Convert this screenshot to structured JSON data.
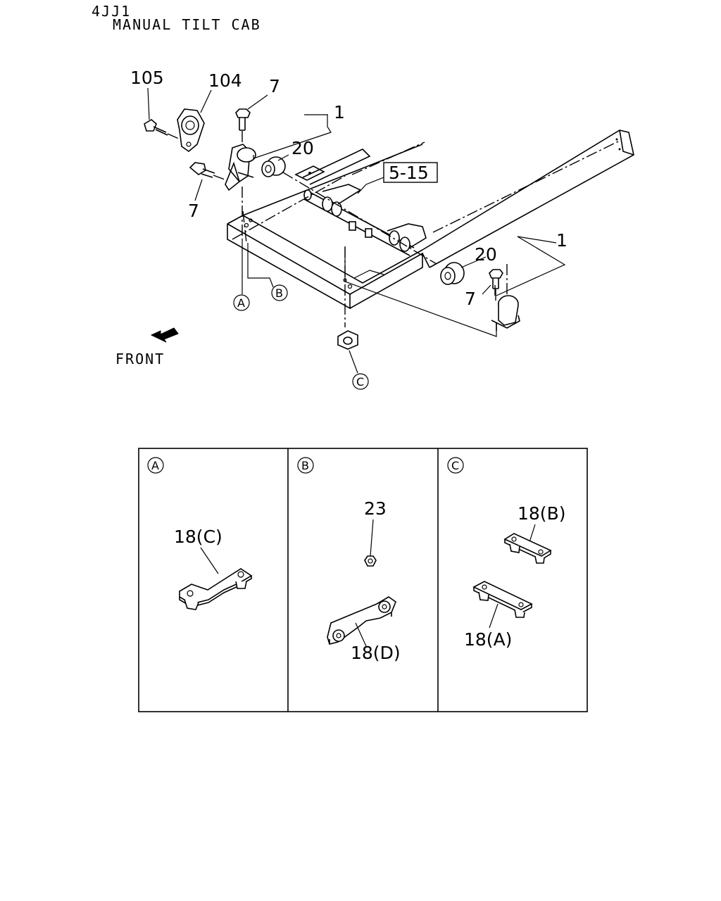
{
  "header": {
    "model": "4JJ1",
    "subtitle": "MANUAL TILT CAB"
  },
  "callouts": {
    "p105": "105",
    "p104": "104",
    "p7_top": "7",
    "p1_top": "1",
    "p20_top": "20",
    "p7_left": "7",
    "p5_15": "5-15",
    "p20_right": "20",
    "p1_right": "1",
    "p7_right": "7"
  },
  "refs": {
    "a": "A",
    "b": "B",
    "c": "C"
  },
  "front_label": "FRONT",
  "detail_panels": [
    {
      "ref": "A",
      "labels": [
        "18(C)"
      ]
    },
    {
      "ref": "B",
      "labels": [
        "23",
        "18(D)"
      ]
    },
    {
      "ref": "C",
      "labels": [
        "18(B)",
        "18(A)"
      ]
    }
  ]
}
